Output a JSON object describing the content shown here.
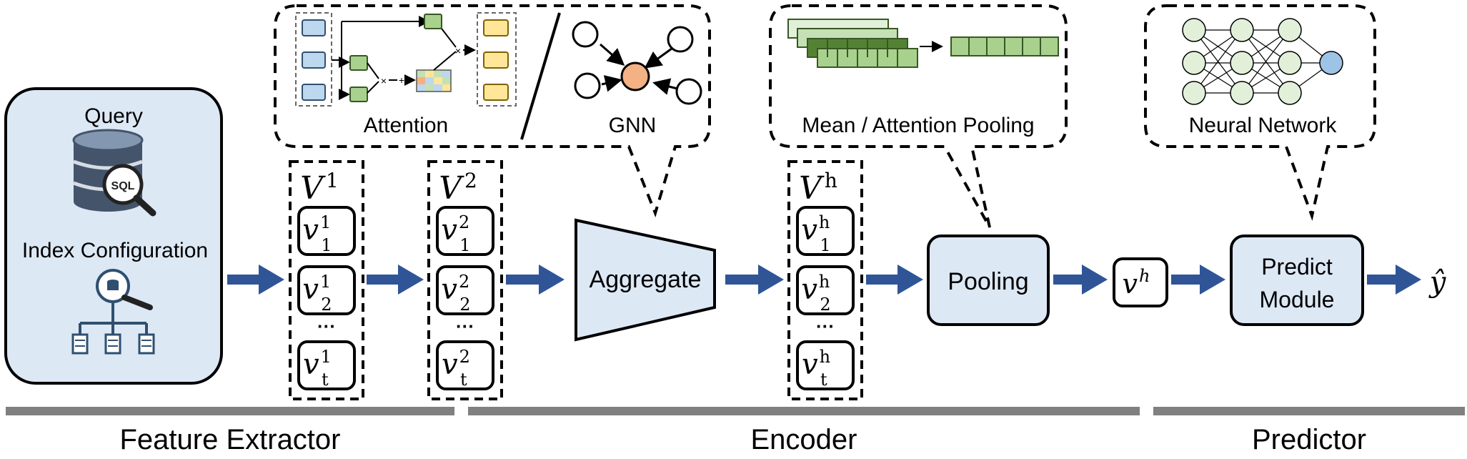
{
  "input": {
    "query_label": "Query",
    "sql_badge": "SQL",
    "index_label": "Index Configuration"
  },
  "attention": {
    "label": "Attention",
    "mult_sign": "×",
    "plus_sign": "+"
  },
  "gnn": {
    "label": "GNN"
  },
  "pooling_bubble": {
    "label": "Mean / Attention Pooling"
  },
  "nn_bubble": {
    "label": "Neural Network"
  },
  "vectors": {
    "v1": {
      "base": "V",
      "sup": "1",
      "items": [
        "1",
        "2",
        "t"
      ]
    },
    "v2": {
      "base": "V",
      "sup": "2",
      "items": [
        "1",
        "2",
        "t"
      ]
    },
    "vh": {
      "base": "V",
      "sup": "h",
      "items": [
        "1",
        "2",
        "t"
      ]
    },
    "item_base": "v",
    "ellipsis": "···"
  },
  "blocks": {
    "aggregate": "Aggregate",
    "pooling": "Pooling",
    "vh_base": "v",
    "vh_sup": "h",
    "predict_line1": "Predict",
    "predict_line2": "Module",
    "output": "ŷ"
  },
  "stages": {
    "feature_extractor": "Feature Extractor",
    "encoder": "Encoder",
    "predictor": "Predictor"
  },
  "colors": {
    "arrow": "#2f5597",
    "box_fill": "#dde8f5",
    "divider": "#808080",
    "green_light": "#d5e8c9",
    "green_mid": "#a9d18e",
    "green_dark": "#548235",
    "yellow": "#ffe699",
    "orange": "#f4b183",
    "blue_node": "#9dc3e6"
  }
}
